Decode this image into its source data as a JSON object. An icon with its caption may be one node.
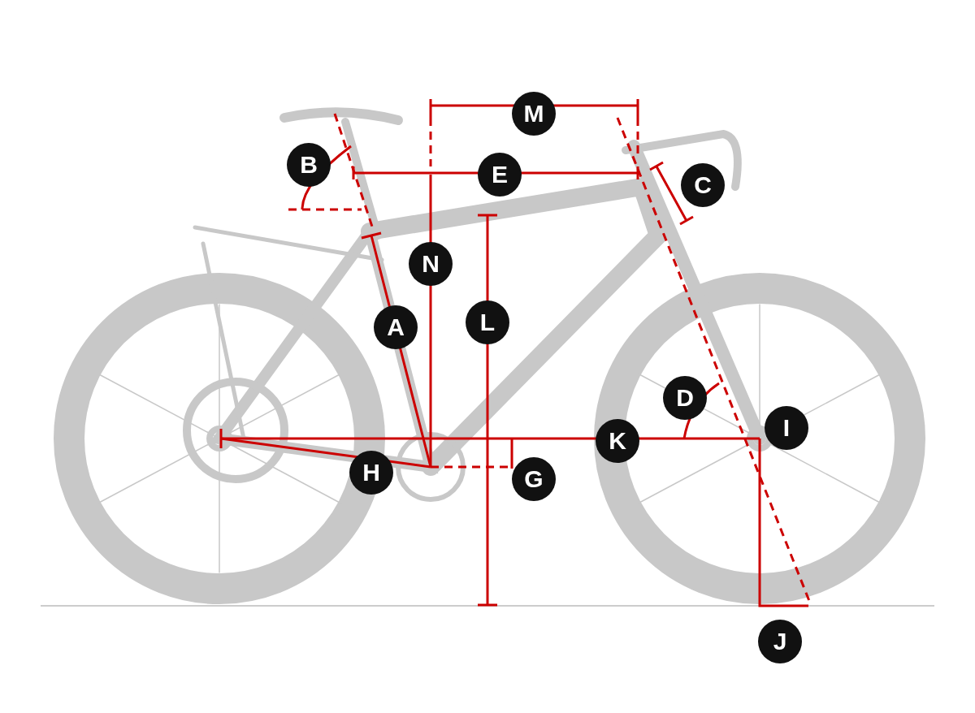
{
  "diagram": {
    "labels": [
      "M",
      "B",
      "E",
      "C",
      "N",
      "A",
      "L",
      "D",
      "K",
      "I",
      "H",
      "G",
      "J"
    ]
  }
}
